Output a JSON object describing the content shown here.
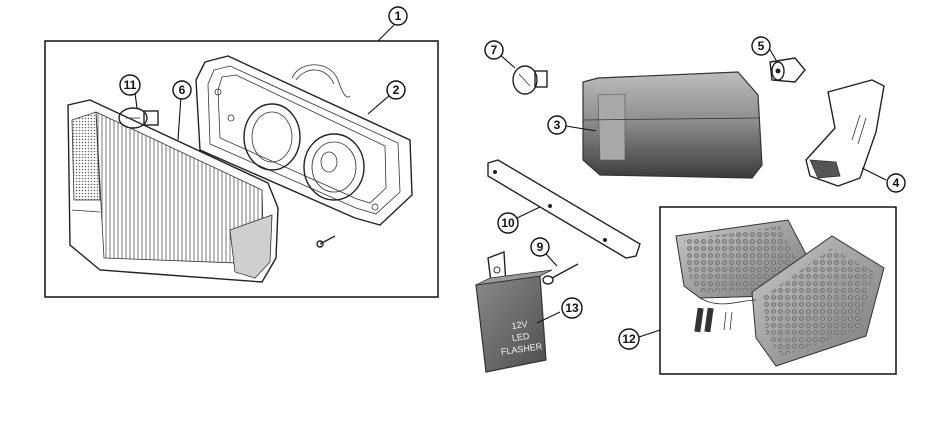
{
  "callouts": [
    {
      "id": "1",
      "label": "1"
    },
    {
      "id": "2",
      "label": "2"
    },
    {
      "id": "3",
      "label": "3"
    },
    {
      "id": "4",
      "label": "4"
    },
    {
      "id": "5",
      "label": "5"
    },
    {
      "id": "6",
      "label": "6"
    },
    {
      "id": "7",
      "label": "7"
    },
    {
      "id": "9",
      "label": "9"
    },
    {
      "id": "10",
      "label": "10"
    },
    {
      "id": "11",
      "label": "11"
    },
    {
      "id": "12",
      "label": "12"
    },
    {
      "id": "13",
      "label": "13"
    }
  ],
  "flasher_label": {
    "line1": "12V",
    "line2": "LED",
    "line3": "FLASHER"
  },
  "colors": {
    "line": "#111111",
    "lens_dark": "#4a4a4a",
    "flasher_body": "#6e6e6e"
  }
}
